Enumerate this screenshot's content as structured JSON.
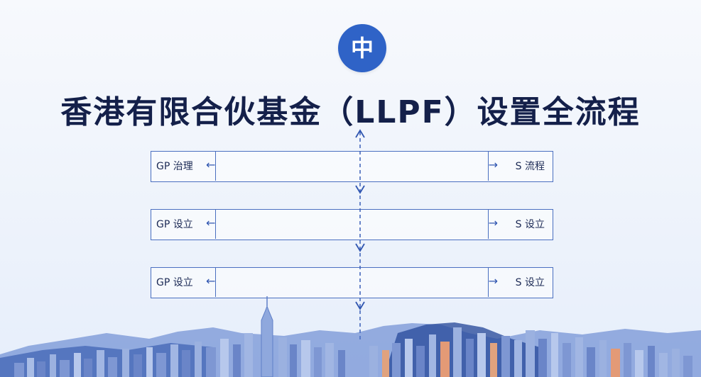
{
  "logo": {
    "glyph": "中"
  },
  "title": "香港有限合伙基金（LLPF）设置全流程",
  "rows": [
    {
      "left": "GP 治理",
      "right": "S 流程"
    },
    {
      "left": "GP 设立",
      "right": "S 设立"
    },
    {
      "left": "GP 设立",
      "right": "S 设立"
    }
  ],
  "colors": {
    "accent": "#2f63c7",
    "title": "#14204a",
    "line": "#4a6fc0",
    "skyline": "#3f66bf"
  },
  "icons": [
    "arrow-left-icon",
    "arrow-right-icon",
    "arrow-down-icon",
    "skyline-illustration"
  ]
}
